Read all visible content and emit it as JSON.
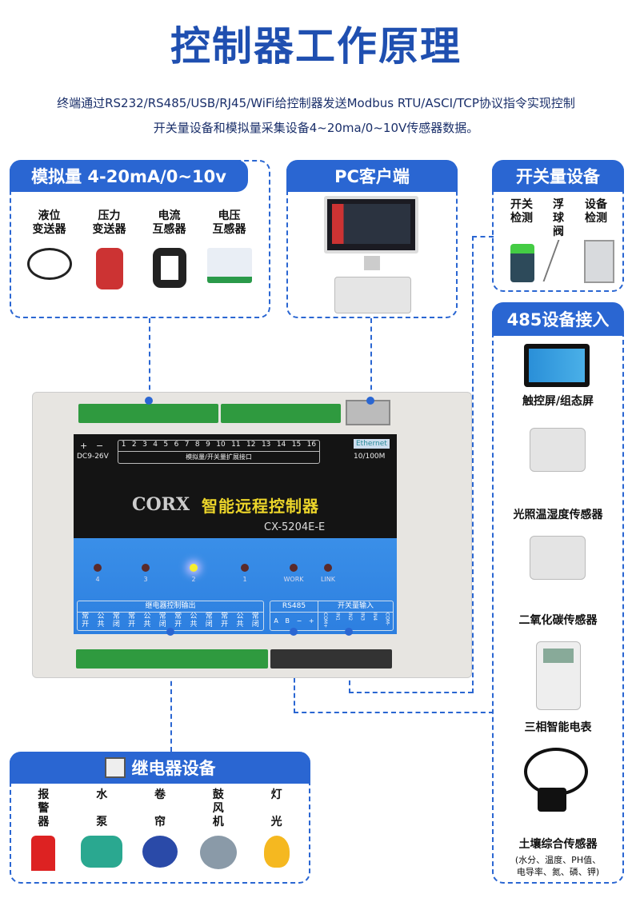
{
  "title": "控制器工作原理",
  "description": [
    "终端通过RS232/RS485/USB/RJ45/WiFi给控制器发送Modbus RTU/ASCI/TCP协议指令实现控制",
    "开关量设备和模拟量采集设备4~20ma/0~10V传感器数据。"
  ],
  "analog": {
    "header": "模拟量 4-20mA/0~10v",
    "items": [
      "液位\n变送器",
      "压力\n变送器",
      "电流\n互感器",
      "电压\n互感器"
    ]
  },
  "pc": {
    "header": "PC客户端"
  },
  "switch": {
    "header": "开关量设备",
    "items": [
      "开关\n检测",
      "浮\n球\n阀",
      "设备\n检测"
    ]
  },
  "rs485": {
    "header": "485设备接入",
    "items": [
      "触控屏/组态屏",
      "光照温湿度传感器",
      "二氧化碳传感器",
      "三相智能电表",
      "土壤综合传感器"
    ],
    "soil_note": [
      "(水分、温度、PH值、",
      "电导率、氮、磷、钾)"
    ]
  },
  "relay": {
    "header": "继电器设备",
    "items": [
      "报\n警\n器",
      "水\n\n泵",
      "卷\n\n帘",
      "鼓\n风\n机",
      "灯\n\n光"
    ]
  },
  "controller": {
    "power_plus": "+",
    "power_minus": "−",
    "power": "DC9-26V",
    "ports": [
      "1",
      "2",
      "3",
      "4",
      "5",
      "6",
      "7",
      "8",
      "9",
      "10",
      "11",
      "12",
      "13",
      "14",
      "15",
      "16"
    ],
    "expansion": "模拟量/开关量扩展接口",
    "ethernet": "Ethernet",
    "speed": "10/100M",
    "brand": "CORX",
    "name": "智能远程控制器",
    "model": "CX-5204E-E",
    "leds": [
      {
        "label": "4",
        "on": false
      },
      {
        "label": "3",
        "on": false
      },
      {
        "label": "2",
        "on": true
      },
      {
        "label": "1",
        "on": false
      },
      {
        "label": "WORK",
        "on": false
      },
      {
        "label": "LINK",
        "on": false
      }
    ],
    "relay_out": "继电器控制输出",
    "relay_terms": [
      "常\n开",
      "公\n共",
      "常\n闭",
      "常\n开",
      "公\n共",
      "常\n闭",
      "常\n开",
      "公\n共",
      "常\n闭",
      "常\n开",
      "公\n共",
      "常\n闭"
    ],
    "rs485": "RS485",
    "rs485_terms": [
      "A",
      "B",
      "−",
      "+"
    ],
    "din": "开关量输入",
    "din_terms": [
      "COM+",
      "IN1",
      "IN2",
      "IN3",
      "IN4",
      "COM-"
    ]
  }
}
